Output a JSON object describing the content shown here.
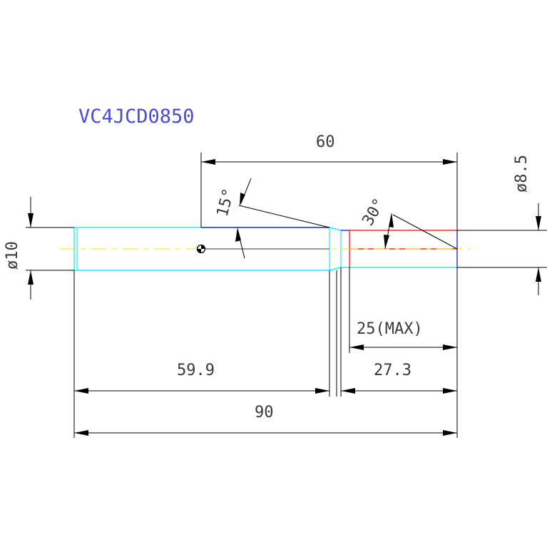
{
  "title": "VC4JCD0850",
  "dimensions": {
    "overall_length": "90",
    "shank_length": "59.9",
    "flute_section_length": "27.3",
    "flute_length_max": "25(MAX)",
    "gage_length": "60",
    "shank_diameter": "ø10",
    "cutting_diameter": "ø8.5",
    "angle_15": "15°",
    "angle_30": "30°"
  },
  "colors": {
    "title": "#4b4bd6",
    "dimension_lines": "#000000",
    "shank_outline": "#00ffff",
    "flute_outline": "#ff0000",
    "centerline": "#ffff00",
    "neck_outline": "#0000ff"
  }
}
